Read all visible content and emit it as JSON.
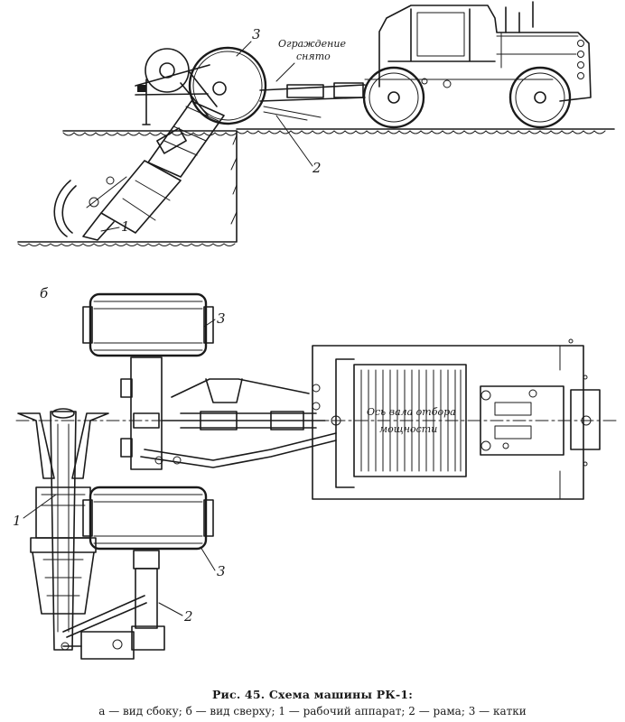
{
  "figure": {
    "caption_title": "Рис. 45. Схема машины РК-1:",
    "caption_legend": "а — вид сбоку; б — вид сверху; 1 — рабочий аппарат; 2 — рама; 3 — катки",
    "side_view": {
      "guard_note_line1": "Ограждение",
      "guard_note_line2": "снято",
      "label_1": "1",
      "label_2": "2",
      "label_3": "3"
    },
    "top_view": {
      "view_letter": "б",
      "pto_axis_line1": "Ось вала отбора",
      "pto_axis_line2": "мощности",
      "label_1": "1",
      "label_2": "2",
      "label_3_upper": "3",
      "label_3_lower": "3"
    }
  }
}
